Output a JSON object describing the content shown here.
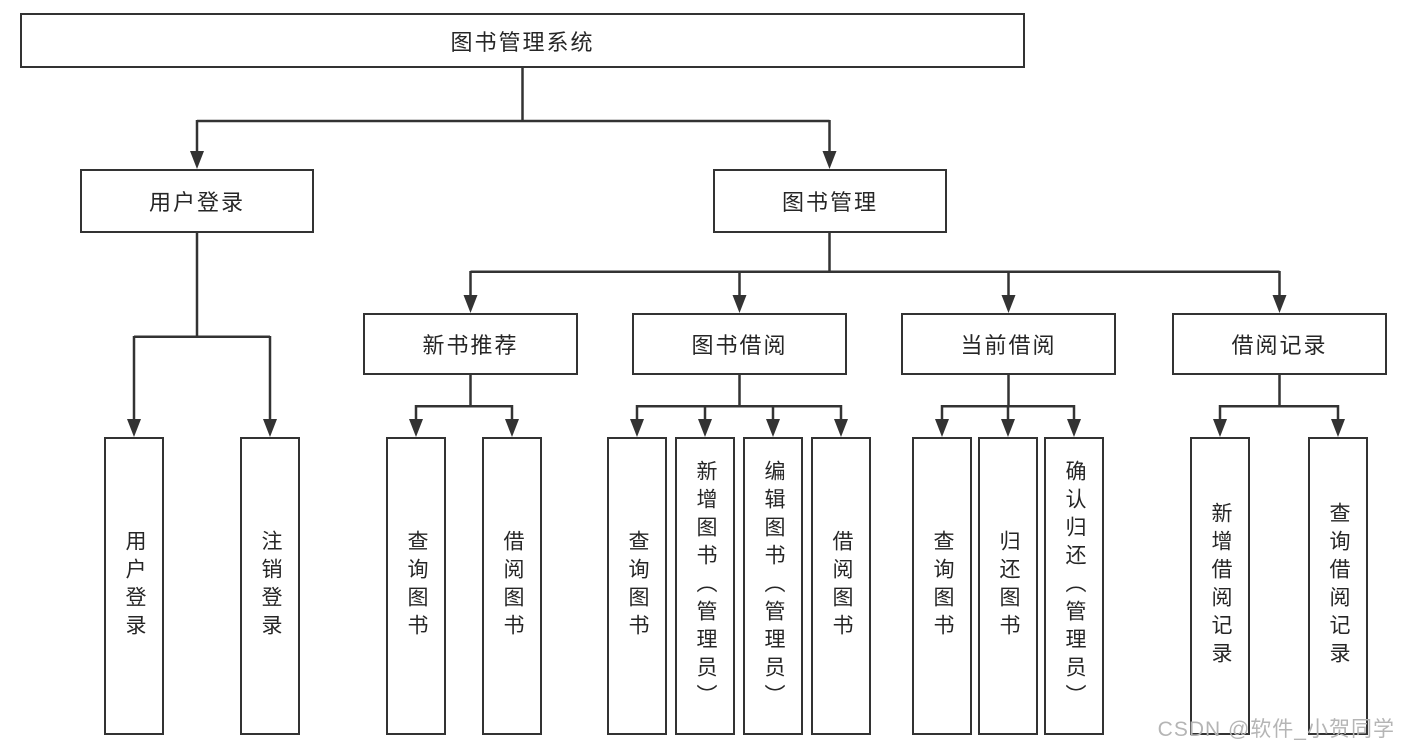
{
  "tree": {
    "root": {
      "label": "图书管理系统"
    },
    "branches": [
      {
        "label": "用户登录",
        "children": [
          {
            "label": "用户登录"
          },
          {
            "label": "注销登录"
          }
        ]
      },
      {
        "label": "图书管理",
        "groups": [
          {
            "label": "新书推荐",
            "children": [
              {
                "label": "查询图书"
              },
              {
                "label": "借阅图书"
              }
            ]
          },
          {
            "label": "图书借阅",
            "children": [
              {
                "label": "查询图书"
              },
              {
                "label": "新增图书（管理员）"
              },
              {
                "label": "编辑图书（管理员）"
              },
              {
                "label": "借阅图书"
              }
            ]
          },
          {
            "label": "当前借阅",
            "children": [
              {
                "label": "查询图书"
              },
              {
                "label": "归还图书"
              },
              {
                "label": "确认归还（管理员）"
              }
            ]
          },
          {
            "label": "借阅记录",
            "children": [
              {
                "label": "新增借阅记录"
              },
              {
                "label": "查询借阅记录"
              }
            ]
          }
        ]
      }
    ]
  },
  "watermark": {
    "text": "CSDN @软件_小贺同学"
  },
  "colors": {
    "line": "#333333",
    "box_border": "#333333",
    "watermark_text": "#b5b5b5"
  }
}
